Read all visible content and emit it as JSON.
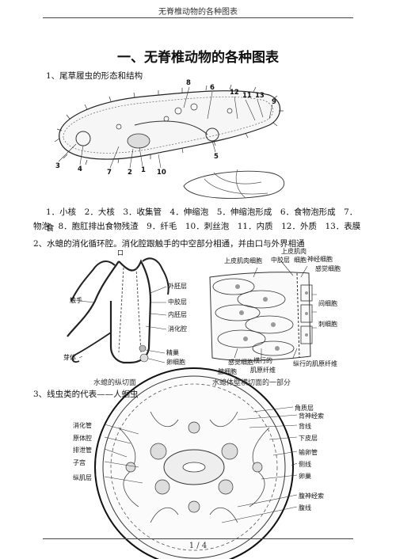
{
  "header": {
    "doc_title": "无脊椎动物的各种图表"
  },
  "main_title": "一、无脊椎动物的各种图表",
  "section1": {
    "heading": "1、尾草履虫的形态和结构",
    "numbers": [
      "8",
      "6",
      "12",
      "11",
      "13",
      "9",
      "3",
      "4",
      "7",
      "2",
      "1",
      "10",
      "5"
    ],
    "legend_line1": "1．小核　2．大核　3．收集管　4．伸缩泡　5．伸缩泡形成　6．食物泡形成　7．食",
    "legend_line2": "物泡　8．胞肛排出食物残渣　9．纤毛　10．刺丝泡　11．内质　12．外质　13．表膜"
  },
  "section2": {
    "heading": "2、水螅的消化循环腔。消化腔跟触手的中空部分相通，并由口与外界相通",
    "left_labels": {
      "mouth": "口",
      "tentacle": "触手",
      "ectoderm": "外胚层",
      "mesoglea": "中胶层",
      "endoderm": "内胚层",
      "digestive_cavity": "消化腔",
      "spermary": "精巢",
      "ovary": "卵细胞",
      "bud": "芽体"
    },
    "right_labels": {
      "epidermal_muscle": "上皮肌肉",
      "epi_muscle_cell": "上皮肌肉细胞",
      "cells": "细胞",
      "mesoglea": "中胶层",
      "nerve_cell": "神经细胞",
      "sensory_cell": "感觉细胞",
      "interstitial_cell": "间细胞",
      "cnidocyte": "刺细胞",
      "sensory_cell2": "感觉细胞",
      "gland_cell": "腺细胞",
      "transverse_fiber": "横行的",
      "muscle_fiber": "肌原纤维",
      "longitudinal_fiber": "纵行的肌原纤维"
    },
    "caption_left": "水螅的纵切面",
    "caption_right": "水螅体壁横切面的一部分"
  },
  "section3": {
    "heading": "3、线虫类的代表——人蛔虫",
    "left_labels": [
      "消化管",
      "原体腔",
      "排泄管",
      "子宫",
      "纵肌层"
    ],
    "right_labels": [
      "角质层",
      "背神经索",
      "背线",
      "下皮层",
      "输卵管",
      "侧线",
      "卵巢",
      "腹神经索",
      "腹线"
    ]
  },
  "footer": {
    "page": "1 / 4"
  }
}
